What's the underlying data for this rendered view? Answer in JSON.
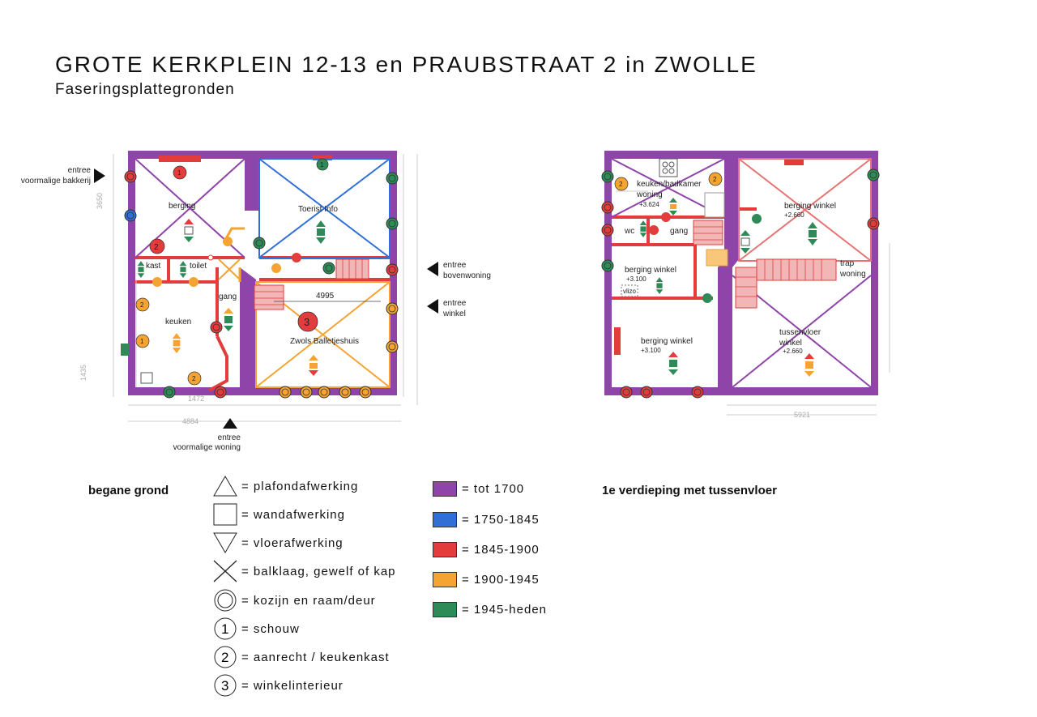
{
  "header": {
    "title": "GROTE KERKPLEIN 12-13 en PRAUBSTRAAT 2 in ZWOLLE",
    "subtitle": "Faseringsplattegronden"
  },
  "colors": {
    "tot_1700": "#8e44a8",
    "p1750_1845": "#2f6fd6",
    "p1845_1900": "#e23c3c",
    "p1900_1945": "#f5a332",
    "p1945_heden": "#2e8b57"
  },
  "ground_floor": {
    "caption": "begane grond",
    "rooms": {
      "berging": "berging",
      "toerist": "Toerist Info",
      "kast": "kast",
      "toilet": "toilet",
      "gang": "gang",
      "keuken": "keuken",
      "balletjeshuis": "Zwols Balletjeshuis"
    },
    "entrances": {
      "bakkerij_1": "entree",
      "bakkerij_2": "voormalige bakkerij",
      "boven_1": "entree",
      "boven_2": "bovenwoning",
      "winkel_1": "entree",
      "winkel_2": "winkel",
      "woning_1": "entree",
      "woning_2": "voormalige woning"
    },
    "dims": {
      "d4995": "4995",
      "d4884": "4884",
      "d1435": "1435",
      "d1472": "1472",
      "d3650": "3650"
    },
    "markers": {
      "m1": "1",
      "m2": "2",
      "m3": "3"
    }
  },
  "first_floor": {
    "caption": "1e verdieping met tussenvloer",
    "rooms": {
      "keuken_1": "keuken/badkamer",
      "keuken_2": "woning",
      "keuken_lvl": "+3.624",
      "wc": "wc",
      "gang": "gang",
      "berging_tr_1": "berging winkel",
      "berging_tr_lvl": "+2.660",
      "berging_ml_1": "berging winkel",
      "berging_ml_lvl": "+3.100",
      "vlizo": "vlizo",
      "trap_1": "trap",
      "trap_2": "woning",
      "berging_bl_1": "berging winkel",
      "berging_bl_lvl": "+3.100",
      "tussen_1": "tussenvloer",
      "tussen_2": "winkel",
      "tussen_lvl": "+2.660"
    },
    "dims": {
      "d5921": "5921"
    },
    "markers": {
      "m2": "2"
    }
  },
  "legend": {
    "symbols": [
      {
        "icon": "triangle-up-icon",
        "label": "= plafondafwerking"
      },
      {
        "icon": "square-icon",
        "label": "= wandafwerking"
      },
      {
        "icon": "triangle-down-icon",
        "label": "= vloerafwerking"
      },
      {
        "icon": "cross-icon",
        "label": "= balklaag, gewelf of kap"
      },
      {
        "icon": "double-circle-icon",
        "label": "= kozijn en raam/deur"
      },
      {
        "icon": "circle-1-icon",
        "num": "1",
        "label": "= schouw"
      },
      {
        "icon": "circle-2-icon",
        "num": "2",
        "label": "= aanrecht / keukenkast"
      },
      {
        "icon": "circle-3-icon",
        "num": "3",
        "label": "= winkelinterieur"
      }
    ],
    "periods": [
      {
        "color": "#8e44a8",
        "label": "= tot 1700"
      },
      {
        "color": "#2f6fd6",
        "label": "= 1750-1845"
      },
      {
        "color": "#e23c3c",
        "label": "= 1845-1900"
      },
      {
        "color": "#f5a332",
        "label": "= 1900-1945"
      },
      {
        "color": "#2e8b57",
        "label": "= 1945-heden"
      }
    ]
  }
}
